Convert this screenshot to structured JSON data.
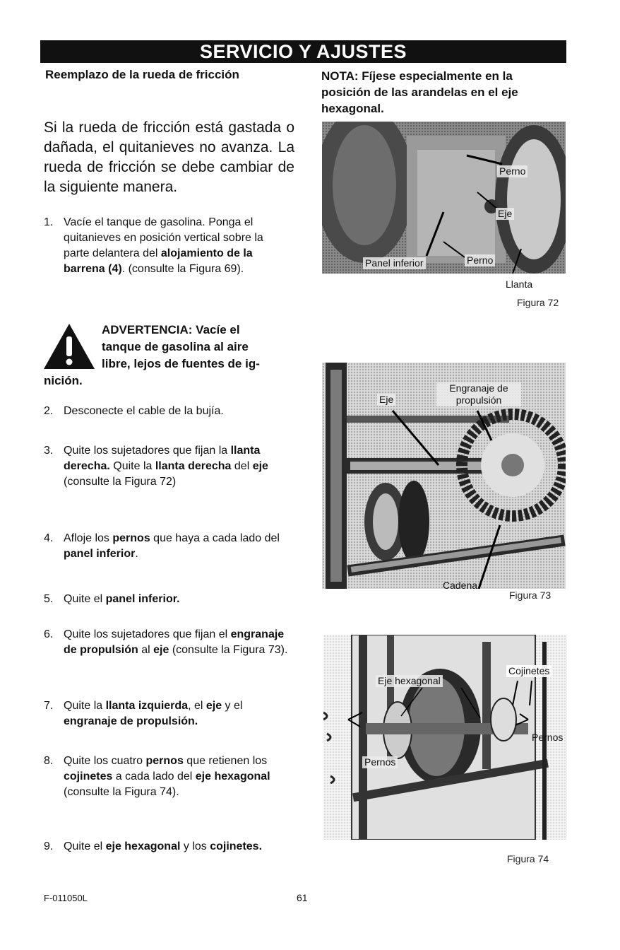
{
  "header": {
    "title": "SERVICIO Y AJUSTES"
  },
  "left": {
    "section_title": "Reemplazo de la rueda de fricción",
    "intro": "Si la rueda de fricción está gastada o dañada, el quitanieves no avanza. La rueda de fricción se debe cambiar de la siguiente manera.",
    "steps": [
      {
        "num": "1.",
        "parts": [
          "Vacíe el tanque de gasolina. Ponga el quitanieves en posición vertical sobre la parte delantera del ",
          "aloja­miento de la barrena (4)",
          ". (consulte la Figura 69)."
        ]
      },
      {
        "num": "2.",
        "parts": [
          "Desconecte el cable de la bujía."
        ]
      },
      {
        "num": "3.",
        "parts": [
          "Quite los sujetadores que fijan la ",
          "llanta derecha.",
          " Quite la ",
          "llanta de­recha",
          " del ",
          "eje",
          " (consulte la Figura 72)"
        ]
      },
      {
        "num": "4.",
        "parts": [
          "Afloje los ",
          "pernos",
          " que haya a cada lado del ",
          "panel inferior",
          "."
        ]
      },
      {
        "num": "5.",
        "parts": [
          "Quite el ",
          "panel inferior."
        ]
      },
      {
        "num": "6.",
        "parts": [
          "Quite los sujetadores que fijan el ",
          "engranaje de propulsión",
          " al ",
          "eje",
          " (consulte la Figura 73)."
        ]
      },
      {
        "num": "7.",
        "parts": [
          "Quite la ",
          "llanta izquierda",
          ", el ",
          "eje",
          " y el ",
          "engranaje de propulsión."
        ]
      },
      {
        "num": "8.",
        "parts": [
          "Quite los cuatro ",
          "pernos",
          " que retie­nen los ",
          "cojinetes",
          " a cada lado del ",
          "eje hexagonal",
          " (consulte la Figura 74)."
        ]
      },
      {
        "num": "9.",
        "parts": [
          "Quite el ",
          "eje hexagonal",
          " y los ",
          "coji­netes."
        ]
      }
    ],
    "warning": {
      "lines": [
        "ADVERTENCIA: Vacíe el",
        "tanque de gasolina al aire",
        "libre, lejos de fuentes de ig-"
      ],
      "tail": "nición."
    }
  },
  "right": {
    "note": "NOTA: Fíjese especialmente en la posición de las arandelas en el eje hexagonal.",
    "fig72": {
      "caption": "Figura 72",
      "labels": {
        "perno_top": "Perno",
        "eje": "Eje",
        "panel": "Panel inferior",
        "perno_bottom": "Perno",
        "llanta": "Llanta"
      }
    },
    "fig73": {
      "caption": "Figura 73",
      "labels": {
        "eje": "Eje",
        "engranaje": "Engranaje de propulsión",
        "cadena": "Cadena"
      }
    },
    "fig74": {
      "caption": "Figura 74",
      "labels": {
        "eje_hex": "Eje hexagonal",
        "cojinetes": "Cojinetes",
        "pernos_right": "Pernos",
        "pernos_left": "Pernos"
      }
    }
  },
  "footer": {
    "code": "F-011050L",
    "page": "61"
  }
}
